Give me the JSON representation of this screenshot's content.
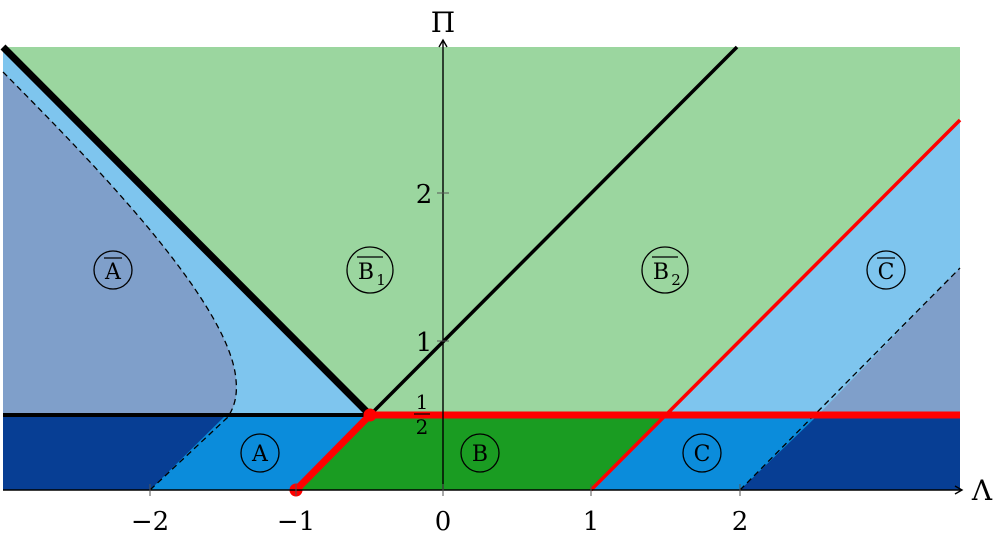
{
  "axes": {
    "x_title": "Λ",
    "y_title": "Π",
    "x_ticks": [
      "−2",
      "−1",
      "0",
      "1",
      "2"
    ],
    "y_ticks": [
      "1",
      "2"
    ],
    "y_half_num": "1",
    "y_half_den": "2"
  },
  "regions": {
    "a": "A",
    "b": "B",
    "c": "C",
    "a_bar": "A",
    "b1_bar": "B",
    "b1_sub": "1",
    "b2_bar": "B",
    "b2_sub": "2",
    "c_bar": "C"
  },
  "colors": {
    "green_light": "#9bd69f",
    "blue_light": "#7ec5ee",
    "blue_dashed": "#7f9fca",
    "blue_mid": "#0b8cdb",
    "blue_dark": "#073e94",
    "green_dark": "#1a9c22",
    "red": "#ff0000",
    "black": "#000000"
  }
}
